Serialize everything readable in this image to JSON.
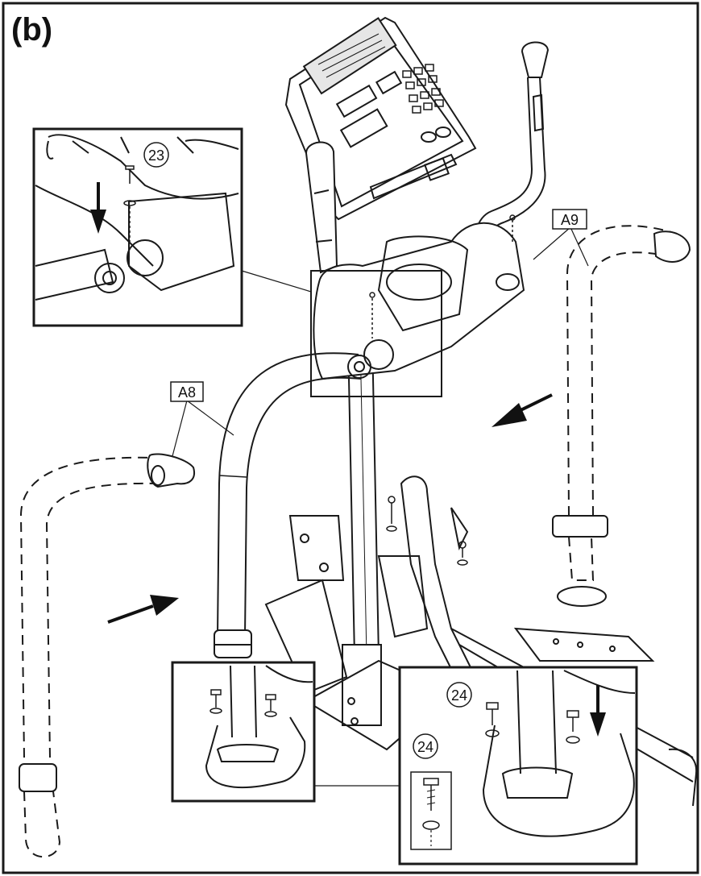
{
  "figure": {
    "panel_label": "(b)"
  },
  "labels": {
    "a8": "A8",
    "a9": "A9",
    "part_23": "23",
    "part_24_top": "24",
    "part_24_box": "24"
  },
  "colors": {
    "line": "#1a1a1a",
    "background": "#ffffff"
  },
  "icons": {
    "arrow": "arrow-icon",
    "screw": "screw-icon",
    "washer": "washer-icon"
  }
}
